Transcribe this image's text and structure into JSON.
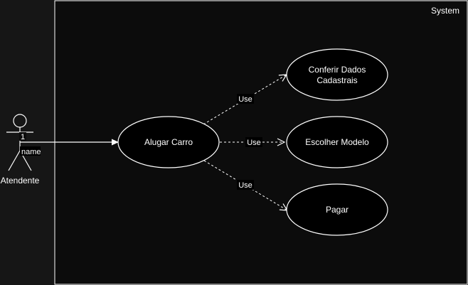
{
  "diagram": {
    "system": {
      "label": "System"
    },
    "actor": {
      "label": "Atendente",
      "multiplicity": "1",
      "role": "name"
    },
    "use_cases": {
      "main": {
        "label": "Alugar Carro"
      },
      "conferir": {
        "line1": "Conferir Dados",
        "line2": "Cadastrais"
      },
      "escolher": {
        "label": "Escolher Modelo"
      },
      "pagar": {
        "label": "Pagar"
      }
    },
    "relations": {
      "to_conferir": "Use",
      "to_escolher": "Use",
      "to_pagar": "Use"
    },
    "colors": {
      "background": "#161616",
      "system_fill": "#0c0c0c",
      "stroke": "#ffffff",
      "usecase_fill": "#000000",
      "text": "#ffffff"
    }
  }
}
